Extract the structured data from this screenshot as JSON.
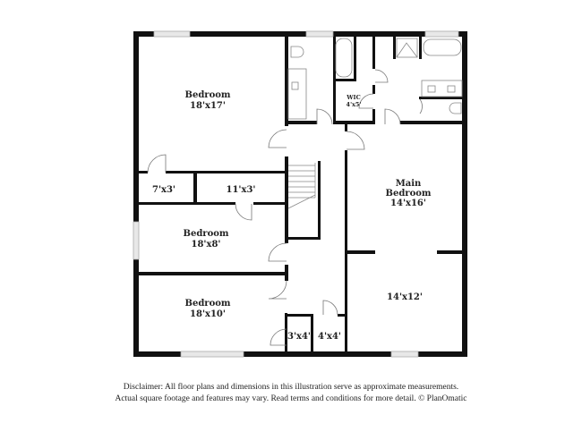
{
  "rooms": [
    {
      "name": "Bedroom",
      "size": "18'x17'"
    },
    {
      "name": "Bedroom",
      "size": "18'x8'"
    },
    {
      "name": "Bedroom",
      "size": "18'x10'"
    },
    {
      "name": "Main Bedroom",
      "name_line1": "Main",
      "name_line2": "Bedroom",
      "size": "14'x16'"
    },
    {
      "name": "",
      "size": "14'x12'"
    },
    {
      "name": "WIC",
      "size": "4'x5'"
    },
    {
      "name": "",
      "size": "7'x3'"
    },
    {
      "name": "",
      "size": "11'x3'"
    },
    {
      "name": "",
      "size": "3'x4'"
    },
    {
      "name": "",
      "size": "4'x4'"
    }
  ],
  "disclaimer": {
    "line1": "Disclaimer: All floor plans and dimensions in this illustration serve as approximate measurements.",
    "line2": "Actual square footage and features may vary. Read terms and conditions for more detail. © PlanOmatic"
  },
  "colors": {
    "wall": "#111111",
    "window": "#cccccc",
    "fixture": "#888888"
  }
}
